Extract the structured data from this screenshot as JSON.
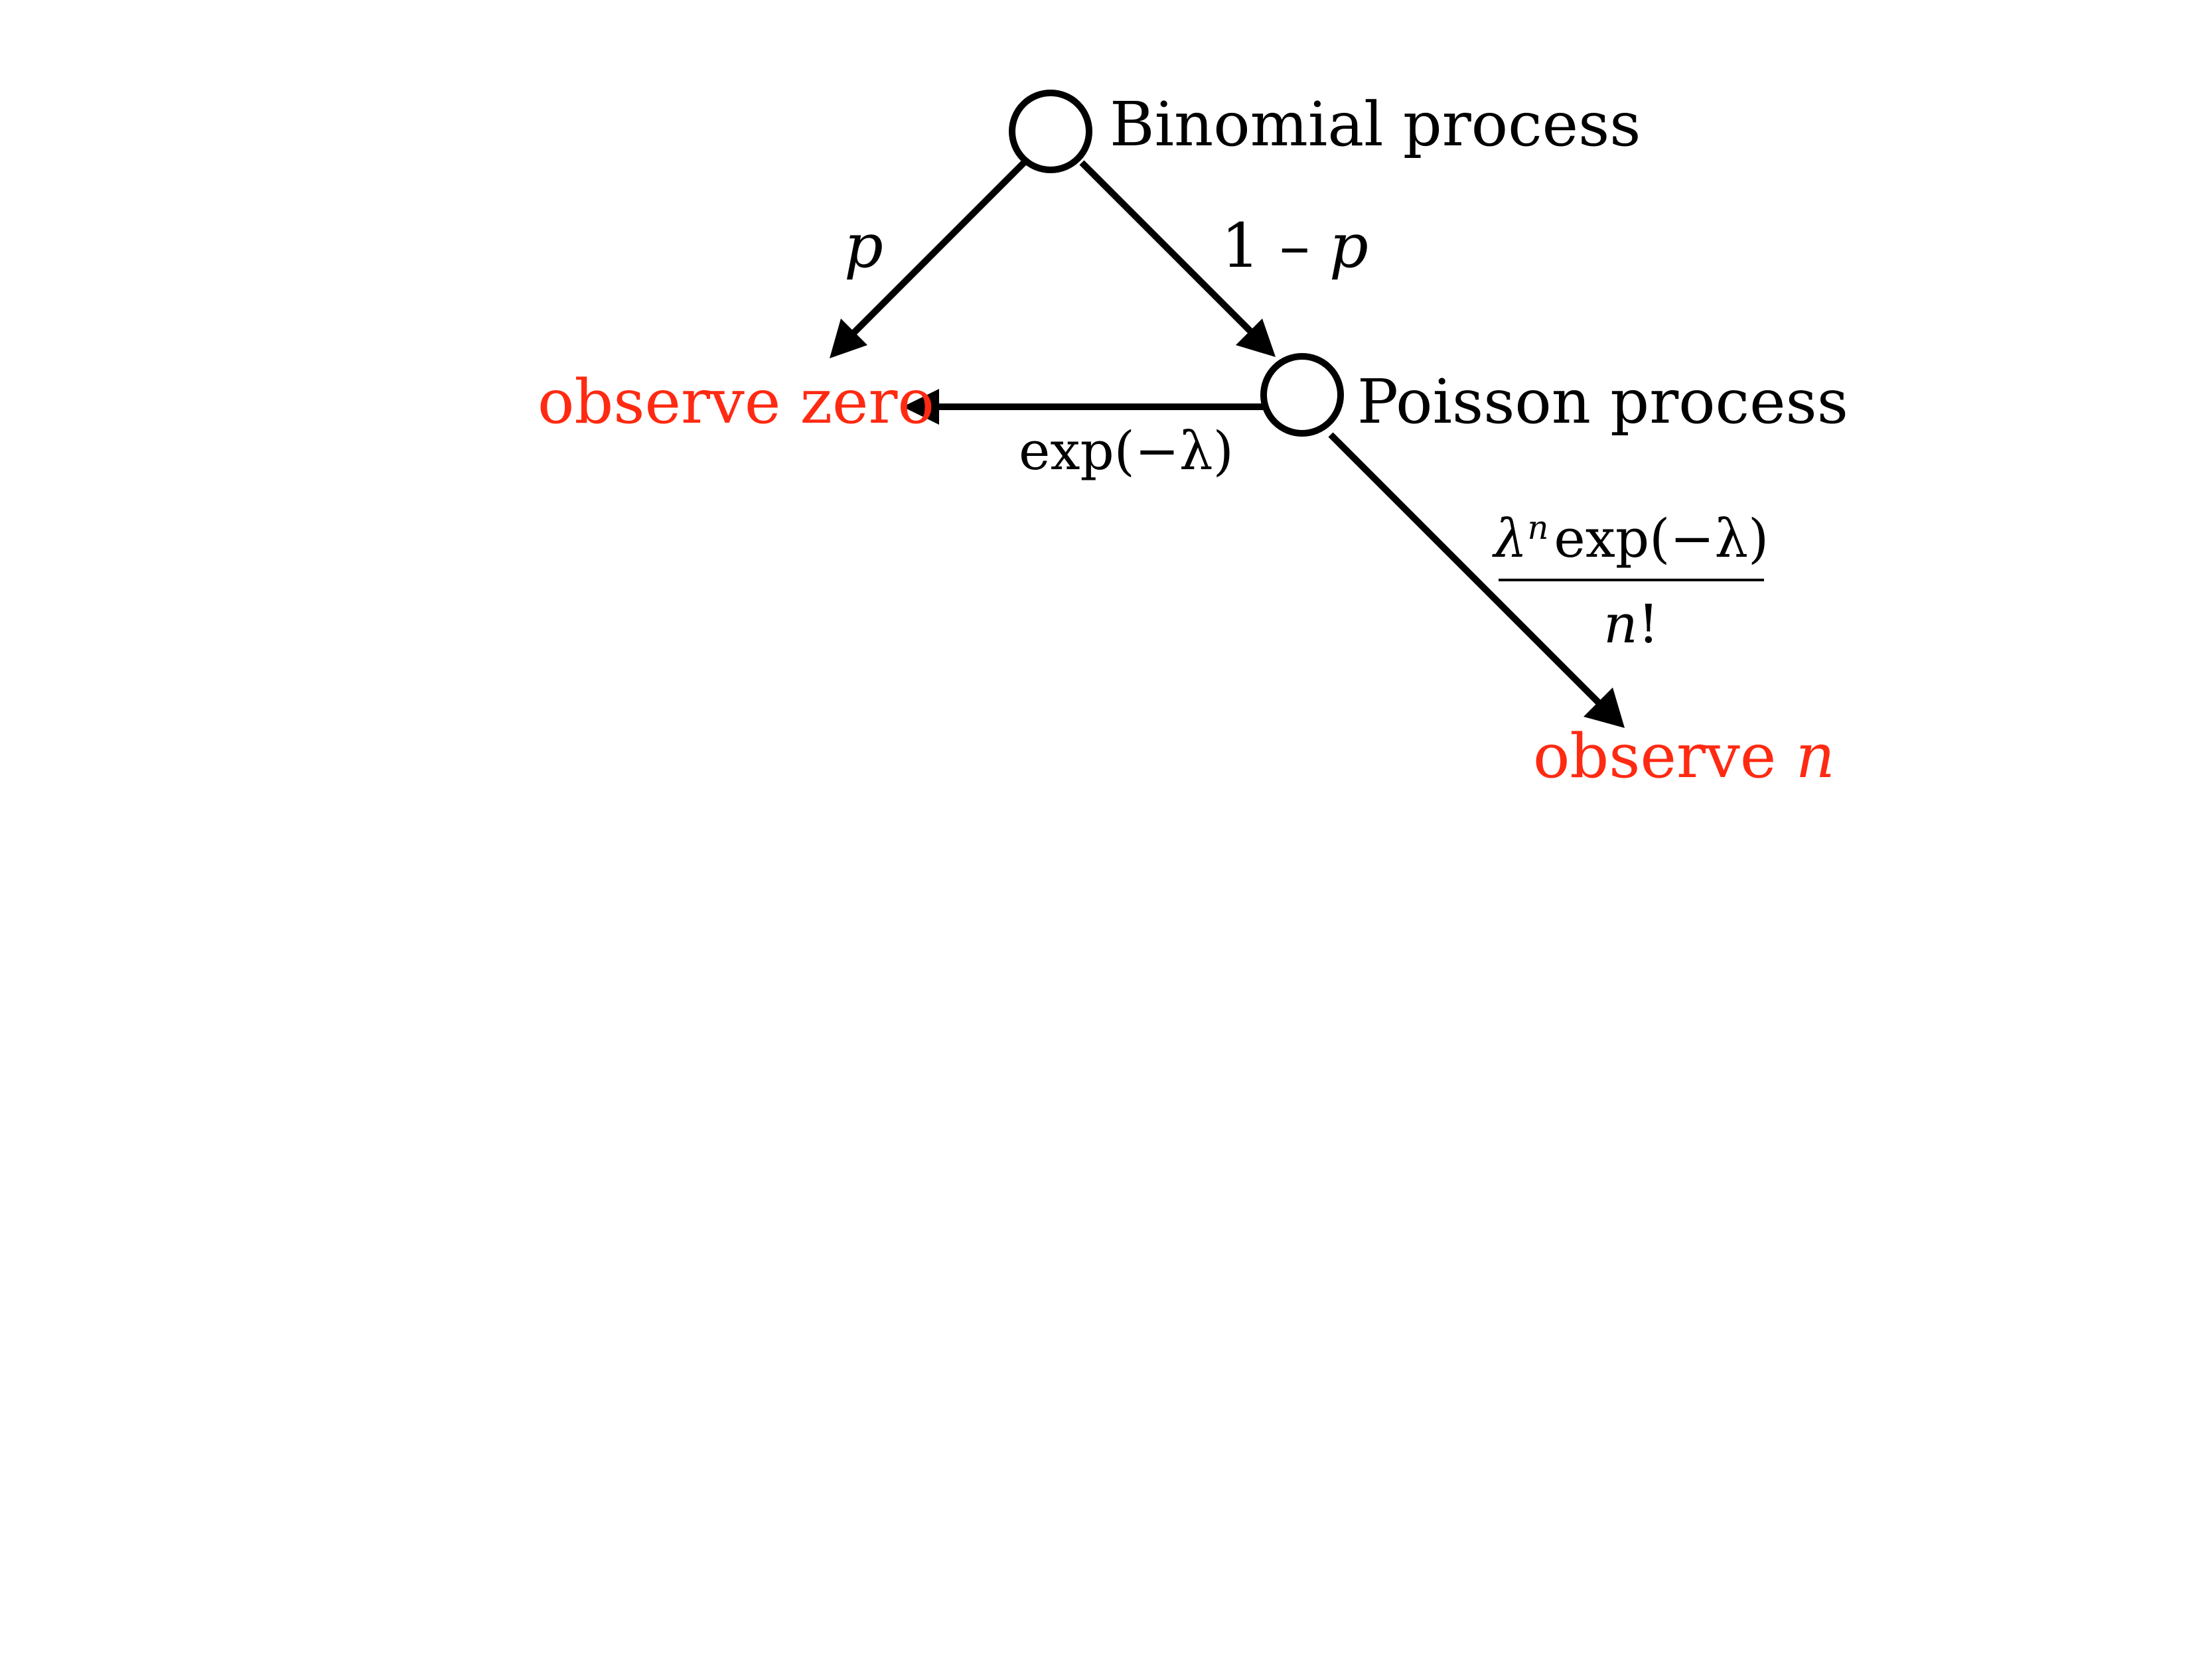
{
  "colors": {
    "ink": "#000000",
    "outcome": "#ff2a12",
    "node_fill": "#ffffff"
  },
  "nodes": {
    "binomial": {
      "label": "Binomial process"
    },
    "poisson": {
      "label": "Poisson process"
    }
  },
  "outcomes": {
    "zero": {
      "label": "observe zero"
    },
    "n": {
      "prefix": "observe",
      "variable": "n"
    }
  },
  "edges": {
    "binomial_to_zero": {
      "label": "p"
    },
    "binomial_to_poisson": {
      "number": "1",
      "minus": "–",
      "variable": "p"
    },
    "poisson_to_zero": {
      "label": "exp(−λ)"
    },
    "poisson_to_n": {
      "numerator_lambda": "λ",
      "numerator_power": "n",
      "numerator_rest": "exp(−λ)",
      "denominator_variable": "n",
      "denominator_rest": "!"
    }
  }
}
